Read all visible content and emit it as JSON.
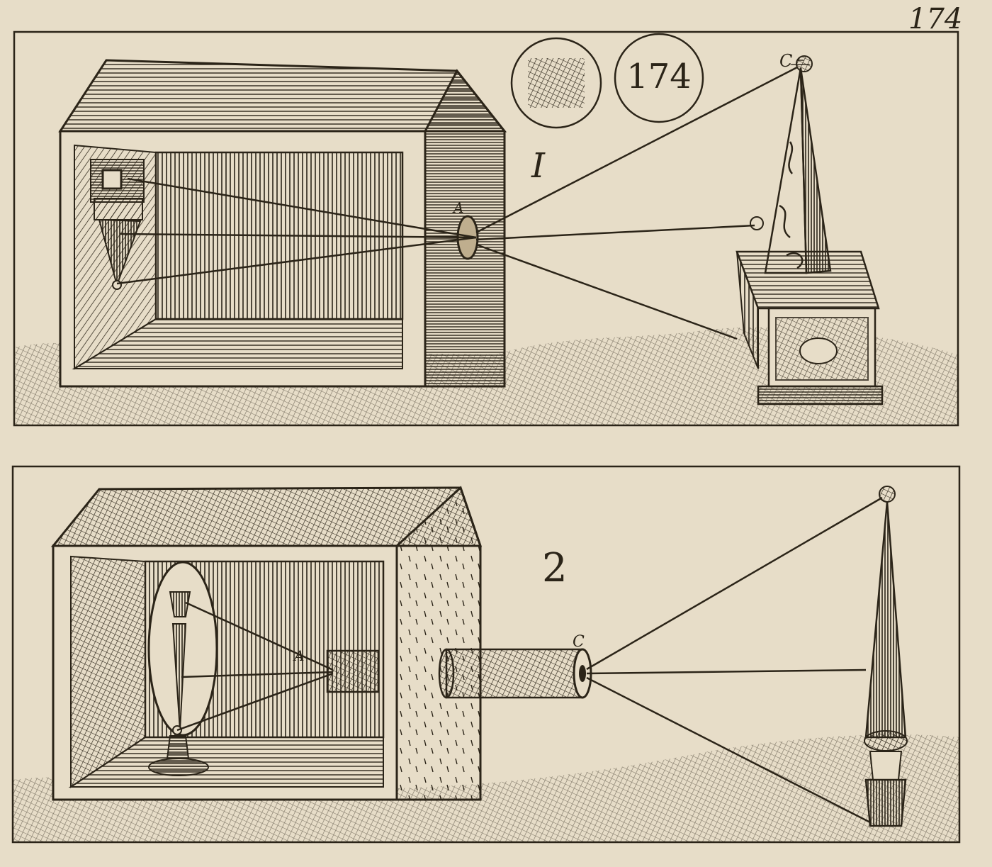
{
  "page": {
    "page_number": "174",
    "seal_number": "174"
  },
  "figure_1": {
    "number": "I",
    "point_c": "C",
    "point_a": "A"
  },
  "figure_2": {
    "number": "2",
    "point_c": "C",
    "point_a": "A"
  },
  "colors": {
    "paper": "#e7ddc8",
    "ink": "#2b2418"
  }
}
